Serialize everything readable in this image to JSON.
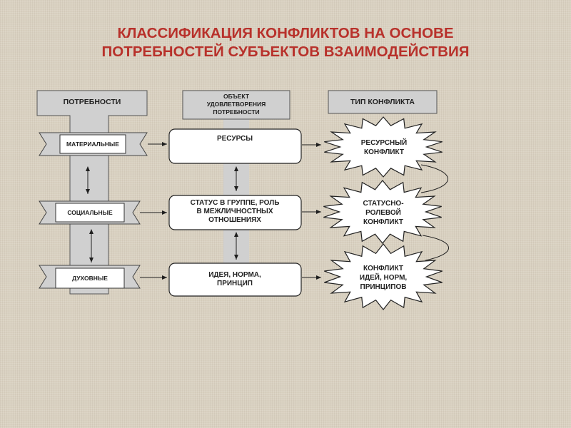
{
  "title": {
    "line1": "КЛАССИФИКАЦИЯ КОНФЛИКТОВ НА ОСНОВЕ",
    "line2": "ПОТРЕБНОСТЕЙ СУБЪЕКТОВ ВЗАИМОДЕЙСТВИЯ"
  },
  "columns": {
    "needs": "ПОТРЕБНОСТИ",
    "object": [
      "ОБЪЕКТ",
      "УДОВЛЕТВОРЕНИЯ",
      "ПОТРЕБНОСТИ"
    ],
    "conflict_type": "ТИП КОНФЛИКТА"
  },
  "needs": [
    "МАТЕРИАЛЬНЫЕ",
    "СОЦИАЛЬНЫЕ",
    "ДУХОВНЫЕ"
  ],
  "objects": [
    [
      "РЕСУРСЫ"
    ],
    [
      "СТАТУС В ГРУППЕ, РОЛЬ",
      "В МЕЖЛИЧНОСТНЫХ",
      "ОТНОШЕНИЯХ"
    ],
    [
      "ИДЕЯ, НОРМА,",
      "ПРИНЦИП"
    ]
  ],
  "conflicts": [
    [
      "РЕСУРСНЫЙ",
      "КОНФЛИКТ"
    ],
    [
      "СТАТУСНО-",
      "РОЛЕВОЙ",
      "КОНФЛИКТ"
    ],
    [
      "КОНФЛИКТ",
      "ИДЕЙ, НОРМ,",
      "ПРИНЦИПОВ"
    ]
  ],
  "colors": {
    "title": "#b8312b",
    "column_fill": "#d0d0d0",
    "box_fill": "#ffffff",
    "stroke": "#1f1f1f",
    "background": "#d9d1c1"
  }
}
